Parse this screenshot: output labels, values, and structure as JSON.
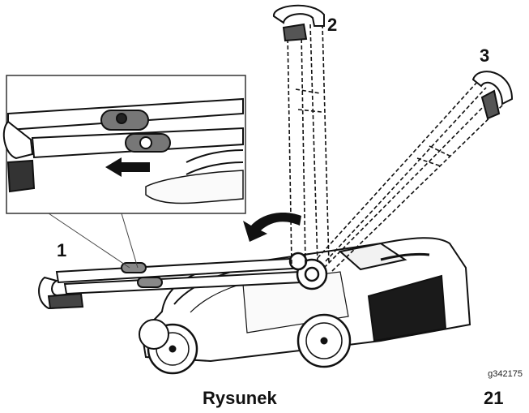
{
  "callouts": {
    "one": "1",
    "two": "2",
    "three": "3"
  },
  "figure_code": "g342175",
  "caption": {
    "word": "Rysunek",
    "number": "21"
  }
}
